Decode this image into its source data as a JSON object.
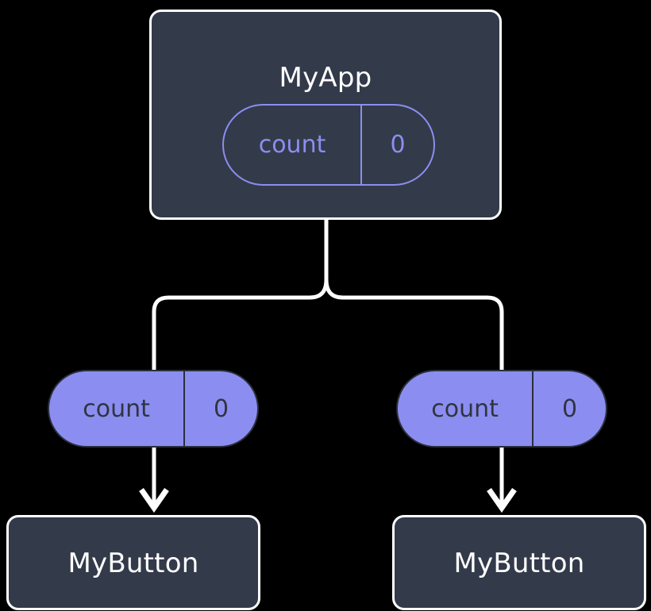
{
  "diagram": {
    "type": "component-tree",
    "background": "#000000",
    "colors": {
      "node_fill": "#333a4a",
      "node_border": "#ffffff",
      "node_text": "#ffffff",
      "state_accent": "#8b8ef0",
      "prop_pill_fill": "#8b8ef0",
      "prop_pill_text": "#31343f",
      "edge": "#ffffff"
    },
    "root": {
      "title": "MyApp",
      "state": {
        "key": "count",
        "value": "0"
      }
    },
    "children": [
      {
        "title": "MyButton",
        "prop": {
          "key": "count",
          "value": "0"
        }
      },
      {
        "title": "MyButton",
        "prop": {
          "key": "count",
          "value": "0"
        }
      }
    ]
  }
}
